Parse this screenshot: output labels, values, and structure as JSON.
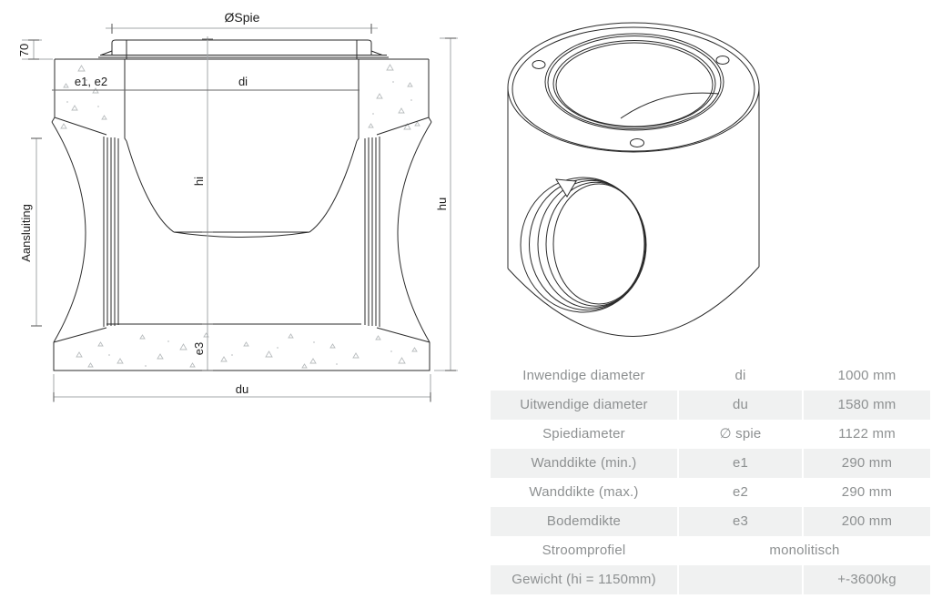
{
  "diagram": {
    "labels": {
      "spie_diameter": "ØSpie",
      "spigot_height": "70",
      "wall_thickness": "e1, e2",
      "inner_diameter": "di",
      "inner_height": "hi",
      "outer_height": "hu",
      "connection": "Aansluiting",
      "bottom_thickness": "e3",
      "outer_diameter": "du"
    }
  },
  "spec_table": {
    "rows": [
      {
        "label": "Inwendige diameter",
        "symbol": "di",
        "value": "1000 mm"
      },
      {
        "label": "Uitwendige diameter",
        "symbol": "du",
        "value": "1580 mm"
      },
      {
        "label": "Spiediameter",
        "symbol": "∅ spie",
        "value": "1122 mm"
      },
      {
        "label": "Wanddikte (min.)",
        "symbol": "e1",
        "value": "290 mm"
      },
      {
        "label": "Wanddikte (max.)",
        "symbol": "e2",
        "value": "290 mm"
      },
      {
        "label": "Bodemdikte",
        "symbol": "e3",
        "value": "200 mm"
      },
      {
        "label": "Stroomprofiel",
        "symbol": "",
        "value": "monolitisch"
      },
      {
        "label": "Gewicht (hi = 1150mm)",
        "symbol": "",
        "value": "+-3600kg"
      }
    ]
  },
  "colors": {
    "drawing_line": "#2b2b2b",
    "dimension_line": "#a3a7aa",
    "dimension_tick": "#6f6f6f",
    "concrete_texture": "#b8bcbe",
    "table_text": "#8d9091",
    "table_alt_row": "#f0f1f1"
  }
}
